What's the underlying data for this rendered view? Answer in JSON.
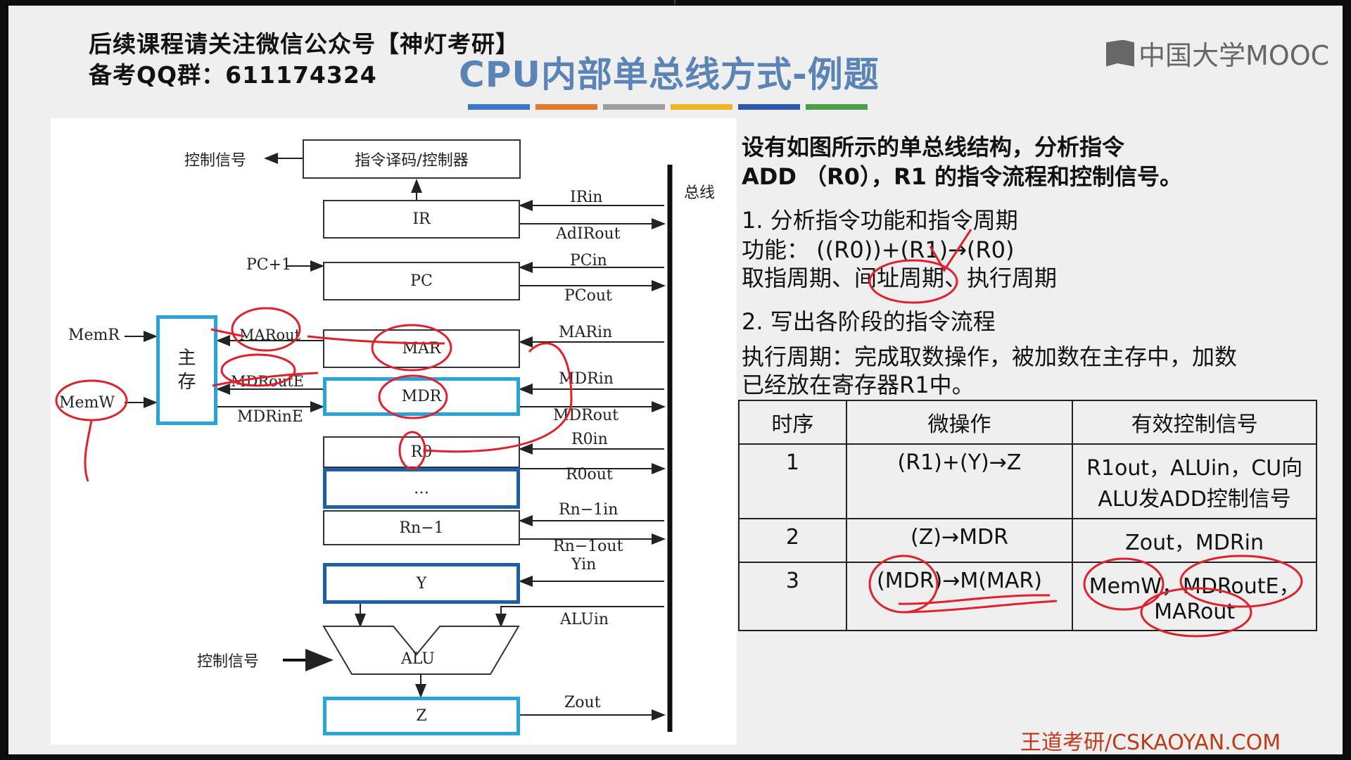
{
  "header": {
    "promo_line1": "后续课程请关注微信公众号【神灯考研】",
    "promo_line2": "备考QQ群：611174324",
    "title": "CPU内部单总线方式-例题",
    "brand": "中国大学MOOC",
    "color_bars": [
      "#3a78c3",
      "#e07a2e",
      "#9e9e9e",
      "#f0b429",
      "#2d57a8",
      "#4aa04a"
    ]
  },
  "diagram": {
    "ctrl_signal_top": "控制信号",
    "decoder": "指令译码/控制器",
    "bus_label": "总线",
    "pc_plus": "PC+1",
    "mem_read": "MemR",
    "mem_write": "MemW",
    "main_memory": "主\n存",
    "mar_out": "MARout",
    "mdr_out_e": "MDRoutE",
    "mdr_in_e": "MDRinE",
    "ctrl_signal_alu": "控制信号",
    "registers": {
      "ir": "IR",
      "pc": "PC",
      "mar": "MAR",
      "mdr": "MDR",
      "r0": "R0",
      "dots": "…",
      "rn1": "Rn−1",
      "y": "Y",
      "alu": "ALU",
      "z": "Z"
    },
    "signals": {
      "irin": "IRin",
      "adirout": "AdIRout",
      "pcin": "PCin",
      "pcout": "PCout",
      "marin": "MARin",
      "mdrin": "MDRin",
      "mdrout": "MDRout",
      "r0in": "R0in",
      "r0out": "R0out",
      "rn1in": "Rn−1in",
      "rn1out": "Rn−1out",
      "yin": "Yin",
      "aluin": "ALUin",
      "zout": "Zout"
    }
  },
  "question": {
    "line1": "设有如图所示的单总线结构，分析指令",
    "line2": "ADD （R0），R1 的指令流程和控制信号。",
    "step1": "1.  分析指令功能和指令周期",
    "func": "功能： ((R0))+(R1)→(R0)",
    "cycles": "取指周期、间址周期、执行周期",
    "step2": "2.  写出各阶段的指令流程",
    "exec1": "执行周期：完成取数操作，被加数在主存中，加数",
    "exec2": "已经放在寄存器R1中。"
  },
  "table": {
    "headers": [
      "时序",
      "微操作",
      "有效控制信号"
    ],
    "rows": [
      {
        "seq": "1",
        "op": "(R1)+(Y)→Z",
        "sig1": "R1out，ALUin，CU向",
        "sig2": "ALU发ADD控制信号"
      },
      {
        "seq": "2",
        "op": "(Z)→MDR",
        "sig1": "Zout，MDRin",
        "sig2": ""
      },
      {
        "seq": "3",
        "op": "(MDR)→M(MAR)",
        "sig1": "MemW，MDRoutE，",
        "sig2": "MARout"
      }
    ]
  },
  "footer": "王道考研/CSKAOYAN.COM"
}
